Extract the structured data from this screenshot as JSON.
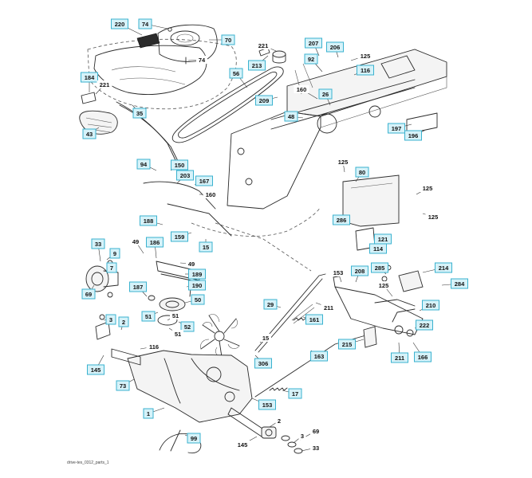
{
  "footer_text": "drive-tes_0312_parts_1",
  "callouts": [
    {
      "id": "220",
      "boxed": true
    },
    {
      "id": "74",
      "boxed": true
    },
    {
      "id": "70",
      "boxed": true
    },
    {
      "id": "74",
      "boxed": false
    },
    {
      "id": "221",
      "boxed": false
    },
    {
      "id": "213",
      "boxed": true
    },
    {
      "id": "207",
      "boxed": true
    },
    {
      "id": "206",
      "boxed": true
    },
    {
      "id": "125",
      "boxed": false
    },
    {
      "id": "92",
      "boxed": true
    },
    {
      "id": "116",
      "boxed": true
    },
    {
      "id": "56",
      "boxed": true
    },
    {
      "id": "184",
      "boxed": true
    },
    {
      "id": "221",
      "boxed": false
    },
    {
      "id": "209",
      "boxed": true
    },
    {
      "id": "160",
      "boxed": false
    },
    {
      "id": "26",
      "boxed": true
    },
    {
      "id": "48",
      "boxed": true
    },
    {
      "id": "35",
      "boxed": true
    },
    {
      "id": "43",
      "boxed": true
    },
    {
      "id": "197",
      "boxed": true
    },
    {
      "id": "196",
      "boxed": true
    },
    {
      "id": "94",
      "boxed": true
    },
    {
      "id": "150",
      "boxed": true
    },
    {
      "id": "203",
      "boxed": true
    },
    {
      "id": "167",
      "boxed": true
    },
    {
      "id": "160",
      "boxed": false
    },
    {
      "id": "125",
      "boxed": false
    },
    {
      "id": "80",
      "boxed": true
    },
    {
      "id": "125",
      "boxed": false
    },
    {
      "id": "125",
      "boxed": false
    },
    {
      "id": "188",
      "boxed": true
    },
    {
      "id": "286",
      "boxed": true
    },
    {
      "id": "159",
      "boxed": true
    },
    {
      "id": "15",
      "boxed": true
    },
    {
      "id": "121",
      "boxed": true
    },
    {
      "id": "114",
      "boxed": true
    },
    {
      "id": "33",
      "boxed": true
    },
    {
      "id": "49",
      "boxed": false
    },
    {
      "id": "186",
      "boxed": true
    },
    {
      "id": "49",
      "boxed": false
    },
    {
      "id": "9",
      "boxed": true
    },
    {
      "id": "7",
      "boxed": true
    },
    {
      "id": "189",
      "boxed": true
    },
    {
      "id": "153",
      "boxed": false
    },
    {
      "id": "208",
      "boxed": true
    },
    {
      "id": "285",
      "boxed": true
    },
    {
      "id": "214",
      "boxed": true
    },
    {
      "id": "190",
      "boxed": true
    },
    {
      "id": "69",
      "boxed": true
    },
    {
      "id": "187",
      "boxed": true
    },
    {
      "id": "125",
      "boxed": false
    },
    {
      "id": "284",
      "boxed": true
    },
    {
      "id": "50",
      "boxed": true
    },
    {
      "id": "29",
      "boxed": true
    },
    {
      "id": "51",
      "boxed": true
    },
    {
      "id": "211",
      "boxed": false
    },
    {
      "id": "210",
      "boxed": true
    },
    {
      "id": "51",
      "boxed": false
    },
    {
      "id": "161",
      "boxed": true
    },
    {
      "id": "3",
      "boxed": true
    },
    {
      "id": "2",
      "boxed": true
    },
    {
      "id": "52",
      "boxed": true
    },
    {
      "id": "222",
      "boxed": true
    },
    {
      "id": "51",
      "boxed": false
    },
    {
      "id": "15",
      "boxed": false
    },
    {
      "id": "215",
      "boxed": true
    },
    {
      "id": "116",
      "boxed": false
    },
    {
      "id": "163",
      "boxed": true
    },
    {
      "id": "211",
      "boxed": true
    },
    {
      "id": "166",
      "boxed": true
    },
    {
      "id": "145",
      "boxed": true
    },
    {
      "id": "306",
      "boxed": true
    },
    {
      "id": "73",
      "boxed": true
    },
    {
      "id": "17",
      "boxed": true
    },
    {
      "id": "153",
      "boxed": true
    },
    {
      "id": "1",
      "boxed": true
    },
    {
      "id": "2",
      "boxed": false
    },
    {
      "id": "99",
      "boxed": true
    },
    {
      "id": "69",
      "boxed": false
    },
    {
      "id": "3",
      "boxed": false
    },
    {
      "id": "145",
      "boxed": false
    },
    {
      "id": "33",
      "boxed": false
    }
  ]
}
